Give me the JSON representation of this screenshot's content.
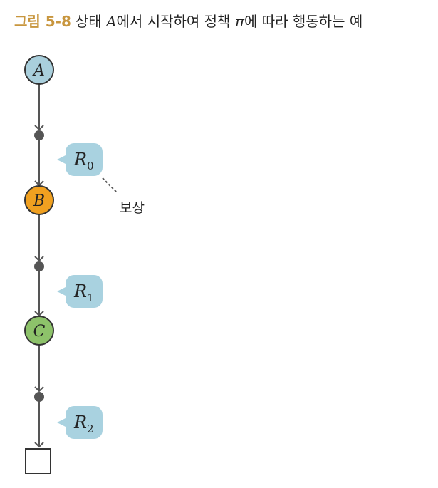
{
  "caption": {
    "figure_label": "그림 5-8",
    "text_before": "상태",
    "state_symbol": "A",
    "text_middle": "에서 시작하여 정책",
    "policy_symbol": "π",
    "text_after": "에 따라 행동하는 예"
  },
  "nodes": {
    "state_a": {
      "label": "A",
      "color": "#a9cfdc"
    },
    "state_b": {
      "label": "B",
      "color": "#f0a020"
    },
    "state_c": {
      "label": "C",
      "color": "#8dc26a"
    }
  },
  "rewards": {
    "r0": {
      "letter": "R",
      "sub": "0"
    },
    "r1": {
      "letter": "R",
      "sub": "1"
    },
    "r2": {
      "letter": "R",
      "sub": "2"
    },
    "bubble_color": "#a9d2e0"
  },
  "annotation": {
    "label": "보상"
  },
  "colors": {
    "arrow": "#555555",
    "action_dot": "#555555",
    "stroke": "#333333"
  }
}
